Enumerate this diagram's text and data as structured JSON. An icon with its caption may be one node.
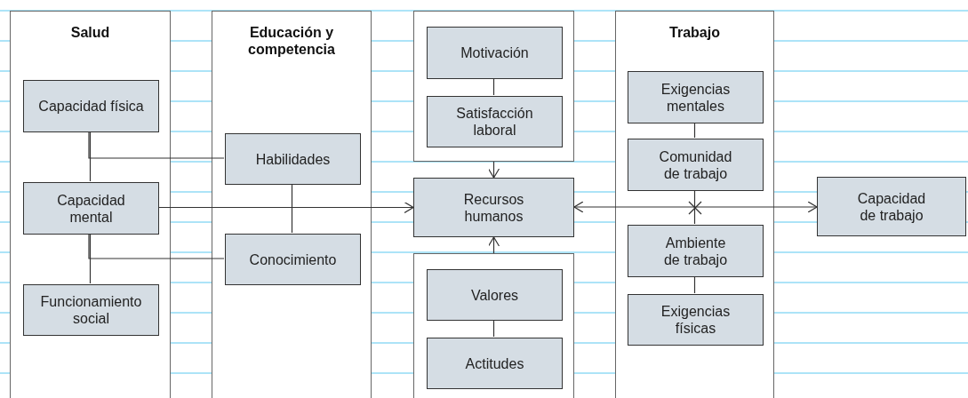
{
  "diagram": {
    "nodes": [
      {
        "text": [
          "Salud"
        ]
      },
      {
        "text": [
          "Capacidad física"
        ],
        "in": 0
      },
      {
        "text": [
          "Capacidad mental"
        ],
        "in": 0
      },
      {
        "text": [
          "Funcionamiento social"
        ],
        "in": 0
      },
      {
        "text": [
          "Educación y competencia"
        ]
      },
      {
        "text": [
          "Habilidades"
        ],
        "in": 4
      },
      {
        "text": [
          "Conocimiento"
        ],
        "in": 4
      },
      {
        "text": [],
        "shape": "box"
      },
      {
        "text": [
          "Motivación"
        ],
        "in": 7
      },
      {
        "text": [
          "Satisfacción laboral"
        ],
        "in": 7
      },
      {
        "text": [
          "Recursos humanos"
        ]
      },
      {
        "text": [],
        "shape": "box"
      },
      {
        "text": [
          "Valores"
        ],
        "in": 11
      },
      {
        "text": [
          "Actitudes"
        ],
        "in": 11
      },
      {
        "text": [
          "Trabajo"
        ]
      },
      {
        "text": [
          "Exigencias mentales"
        ],
        "in": 14
      },
      {
        "text": [
          "Comunidad de trabajo"
        ],
        "in": 14
      },
      {
        "text": [
          "Ambiente de trabajo"
        ],
        "in": 14
      },
      {
        "text": [
          "Exigencias físicas"
        ],
        "in": 14
      },
      {
        "text": [
          "Capacidad de trabajo"
        ]
      }
    ],
    "edges": [
      {
        "from": 1,
        "to": 2,
        "arrow": "none"
      },
      {
        "from": 2,
        "to": 3,
        "arrow": "none"
      },
      {
        "from": 5,
        "to": 1,
        "arrow": "none"
      },
      {
        "from": 6,
        "to": 2,
        "arrow": "none"
      },
      {
        "from": 5,
        "to": 6,
        "arrow": "none"
      },
      {
        "from": 2,
        "to": 10,
        "arrow": "to"
      },
      {
        "from": 8,
        "to": 9,
        "arrow": "none"
      },
      {
        "from": 7,
        "to": 10,
        "arrow": "to"
      },
      {
        "from": 11,
        "to": 10,
        "arrow": "to"
      },
      {
        "from": 12,
        "to": 13,
        "arrow": "none"
      },
      {
        "from": 15,
        "to": 16,
        "arrow": "none"
      },
      {
        "from": 16,
        "to": 17,
        "arrow": "none"
      },
      {
        "from": 17,
        "to": 18,
        "arrow": "none"
      },
      {
        "from": 10,
        "to": 19,
        "arrow": "both"
      }
    ]
  }
}
